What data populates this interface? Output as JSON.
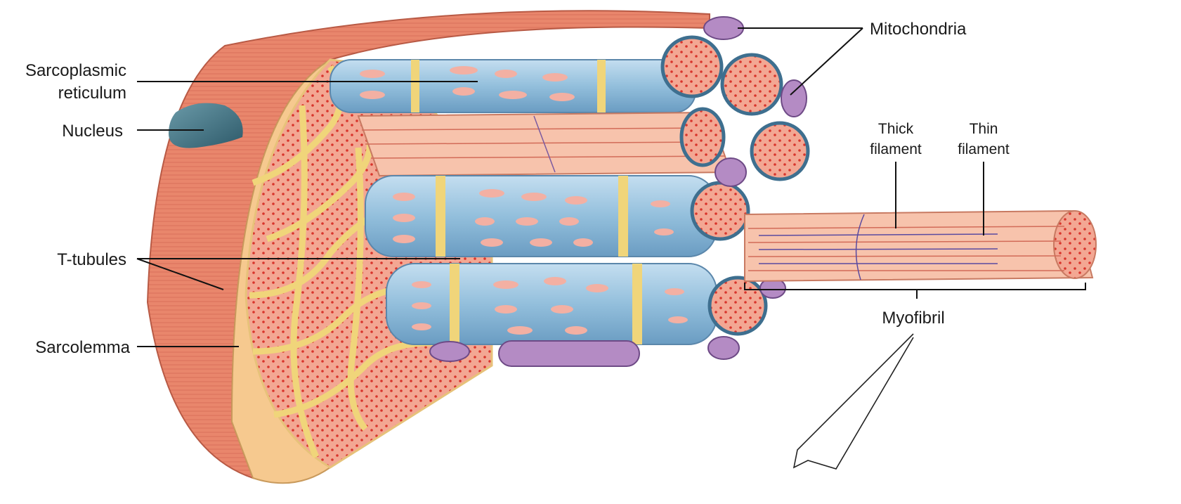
{
  "labels": {
    "sarcoplasmic_1": "Sarcoplasmic",
    "sarcoplasmic_2": "reticulum",
    "nucleus": "Nucleus",
    "t_tubules": "T-tubules",
    "sarcolemma": "Sarcolemma",
    "mitochondria": "Mitochondria",
    "thick_1": "Thick",
    "thick_2": "filament",
    "thin_1": "Thin",
    "thin_2": "filament",
    "myofibril": "Myofibril"
  },
  "colors": {
    "sarcolemma_skin": "#e98a72",
    "myofibril_pink": "#f2a08c",
    "myofibril_dots": "#d8352c",
    "reticulum_blue": "#9cc4de",
    "t_tubule_yellow": "#f0d57a",
    "mitochondria_purple": "#b48bc4",
    "nucleus_teal": "#3f6f7f"
  }
}
